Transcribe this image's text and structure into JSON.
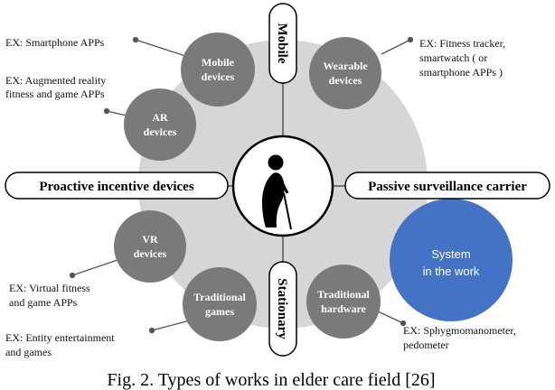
{
  "colors": {
    "background_disc": "#d6d6d6",
    "node_fill": "#7a7a7a",
    "system_fill": "#4472c4",
    "line": "#555555"
  },
  "axis": {
    "top": "Mobile",
    "bottom": "Stationary"
  },
  "pills": {
    "left": "Proactive incentive devices",
    "right": "Passive surveillance carrier"
  },
  "nodes": {
    "mobile": [
      "Mobile",
      "devices"
    ],
    "wearable": [
      "Wearable",
      "devices"
    ],
    "ar": [
      "AR",
      "devices"
    ],
    "vr": [
      "VR",
      "devices"
    ],
    "traditional_games": [
      "Traditional",
      "games"
    ],
    "traditional_hardware": [
      "Traditional",
      "hardware"
    ],
    "system": [
      "System",
      "in the work"
    ]
  },
  "examples": {
    "mobile": [
      "EX:  Smartphone APPs"
    ],
    "ar": [
      "EX:  Augmented reality",
      "fitness and game APPs"
    ],
    "wearable": [
      "EX: Fitness tracker,",
      "smartwatch  ( or",
      "smartphone APPs )"
    ],
    "vr": [
      "EX: Virtual fitness",
      "and game APPs"
    ],
    "traditional_games": [
      "EX:  Entity entertainment",
      "and games"
    ],
    "traditional_hardware": [
      "EX: Sphygmomanometer,",
      "pedometer"
    ]
  },
  "caption": "Fig. 2. Types of works in elder care field [26]",
  "icons": {
    "center": "elderly-person-walking-icon"
  }
}
